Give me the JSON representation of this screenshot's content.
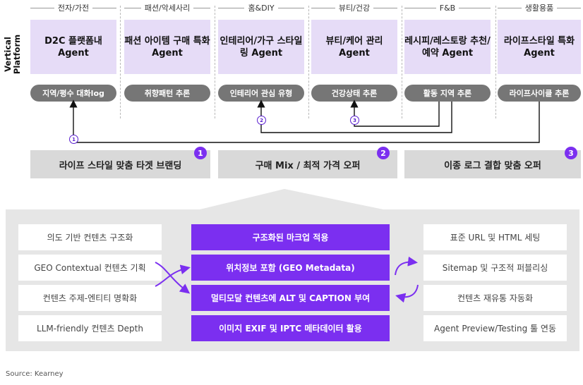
{
  "vertical_label": "Vertical Platform",
  "columns": [
    {
      "category": "전자/가전",
      "agent": "D2C 플랫폼내 Agent",
      "reasoning": "지역/평수 대화log"
    },
    {
      "category": "패션/악세사리",
      "agent": "패션 아이템 구매 특화 Agent",
      "reasoning": "취향패턴 추론"
    },
    {
      "category": "홈&DIY",
      "agent": "인테리어/가구 스타일링 Agent",
      "reasoning": "인테리어 관심 유형"
    },
    {
      "category": "뷰티/건강",
      "agent": "뷰티/케어 관리 Agent",
      "reasoning": "건강상태 추론"
    },
    {
      "category": "F&B",
      "agent": "레시피/레스토랑 추천/예약 Agent",
      "reasoning": "활동 지역 추론"
    },
    {
      "category": "생활용품",
      "agent": "라이프스타일 특화 Agent",
      "reasoning": "라이프사이클 추론"
    }
  ],
  "connector_badges": [
    "1",
    "2",
    "3"
  ],
  "offers": [
    {
      "label": "라이프 스타일 맞춤 타겟 브랜딩",
      "num": "1"
    },
    {
      "label": "구매 Mix / 최적 가격 오퍼",
      "num": "2"
    },
    {
      "label": "이종 로그 결합 맞춤 오퍼",
      "num": "3"
    }
  ],
  "left_items": [
    "의도 기반 컨텐츠 구조화",
    "GEO Contextual 컨텐츠 기획",
    "컨텐츠 주제-엔티티 명확화",
    "LLM-friendly 컨텐츠 Depth"
  ],
  "center_items": [
    "구조화된 마크업 적용",
    "위치정보 포함 (GEO Metadata)",
    "멀티모달 컨텐츠에 ALT 및 CAPTION 부여",
    "이미지 EXIF 및 IPTC 메타데이터 활용"
  ],
  "right_items": [
    "표준 URL 및 HTML 세팅",
    "Sitemap 및 구조적 퍼블리싱",
    "컨텐츠 재유통 자동화",
    "Agent Preview/Testing 툴 연동"
  ],
  "source": "Source: Kearney",
  "colors": {
    "purple": "#7b2ff0",
    "lavender": "#e6dcf7",
    "pill_gray": "#767676",
    "bar_gray": "#d9d9d9",
    "panel_gray": "#e6e6e6"
  }
}
